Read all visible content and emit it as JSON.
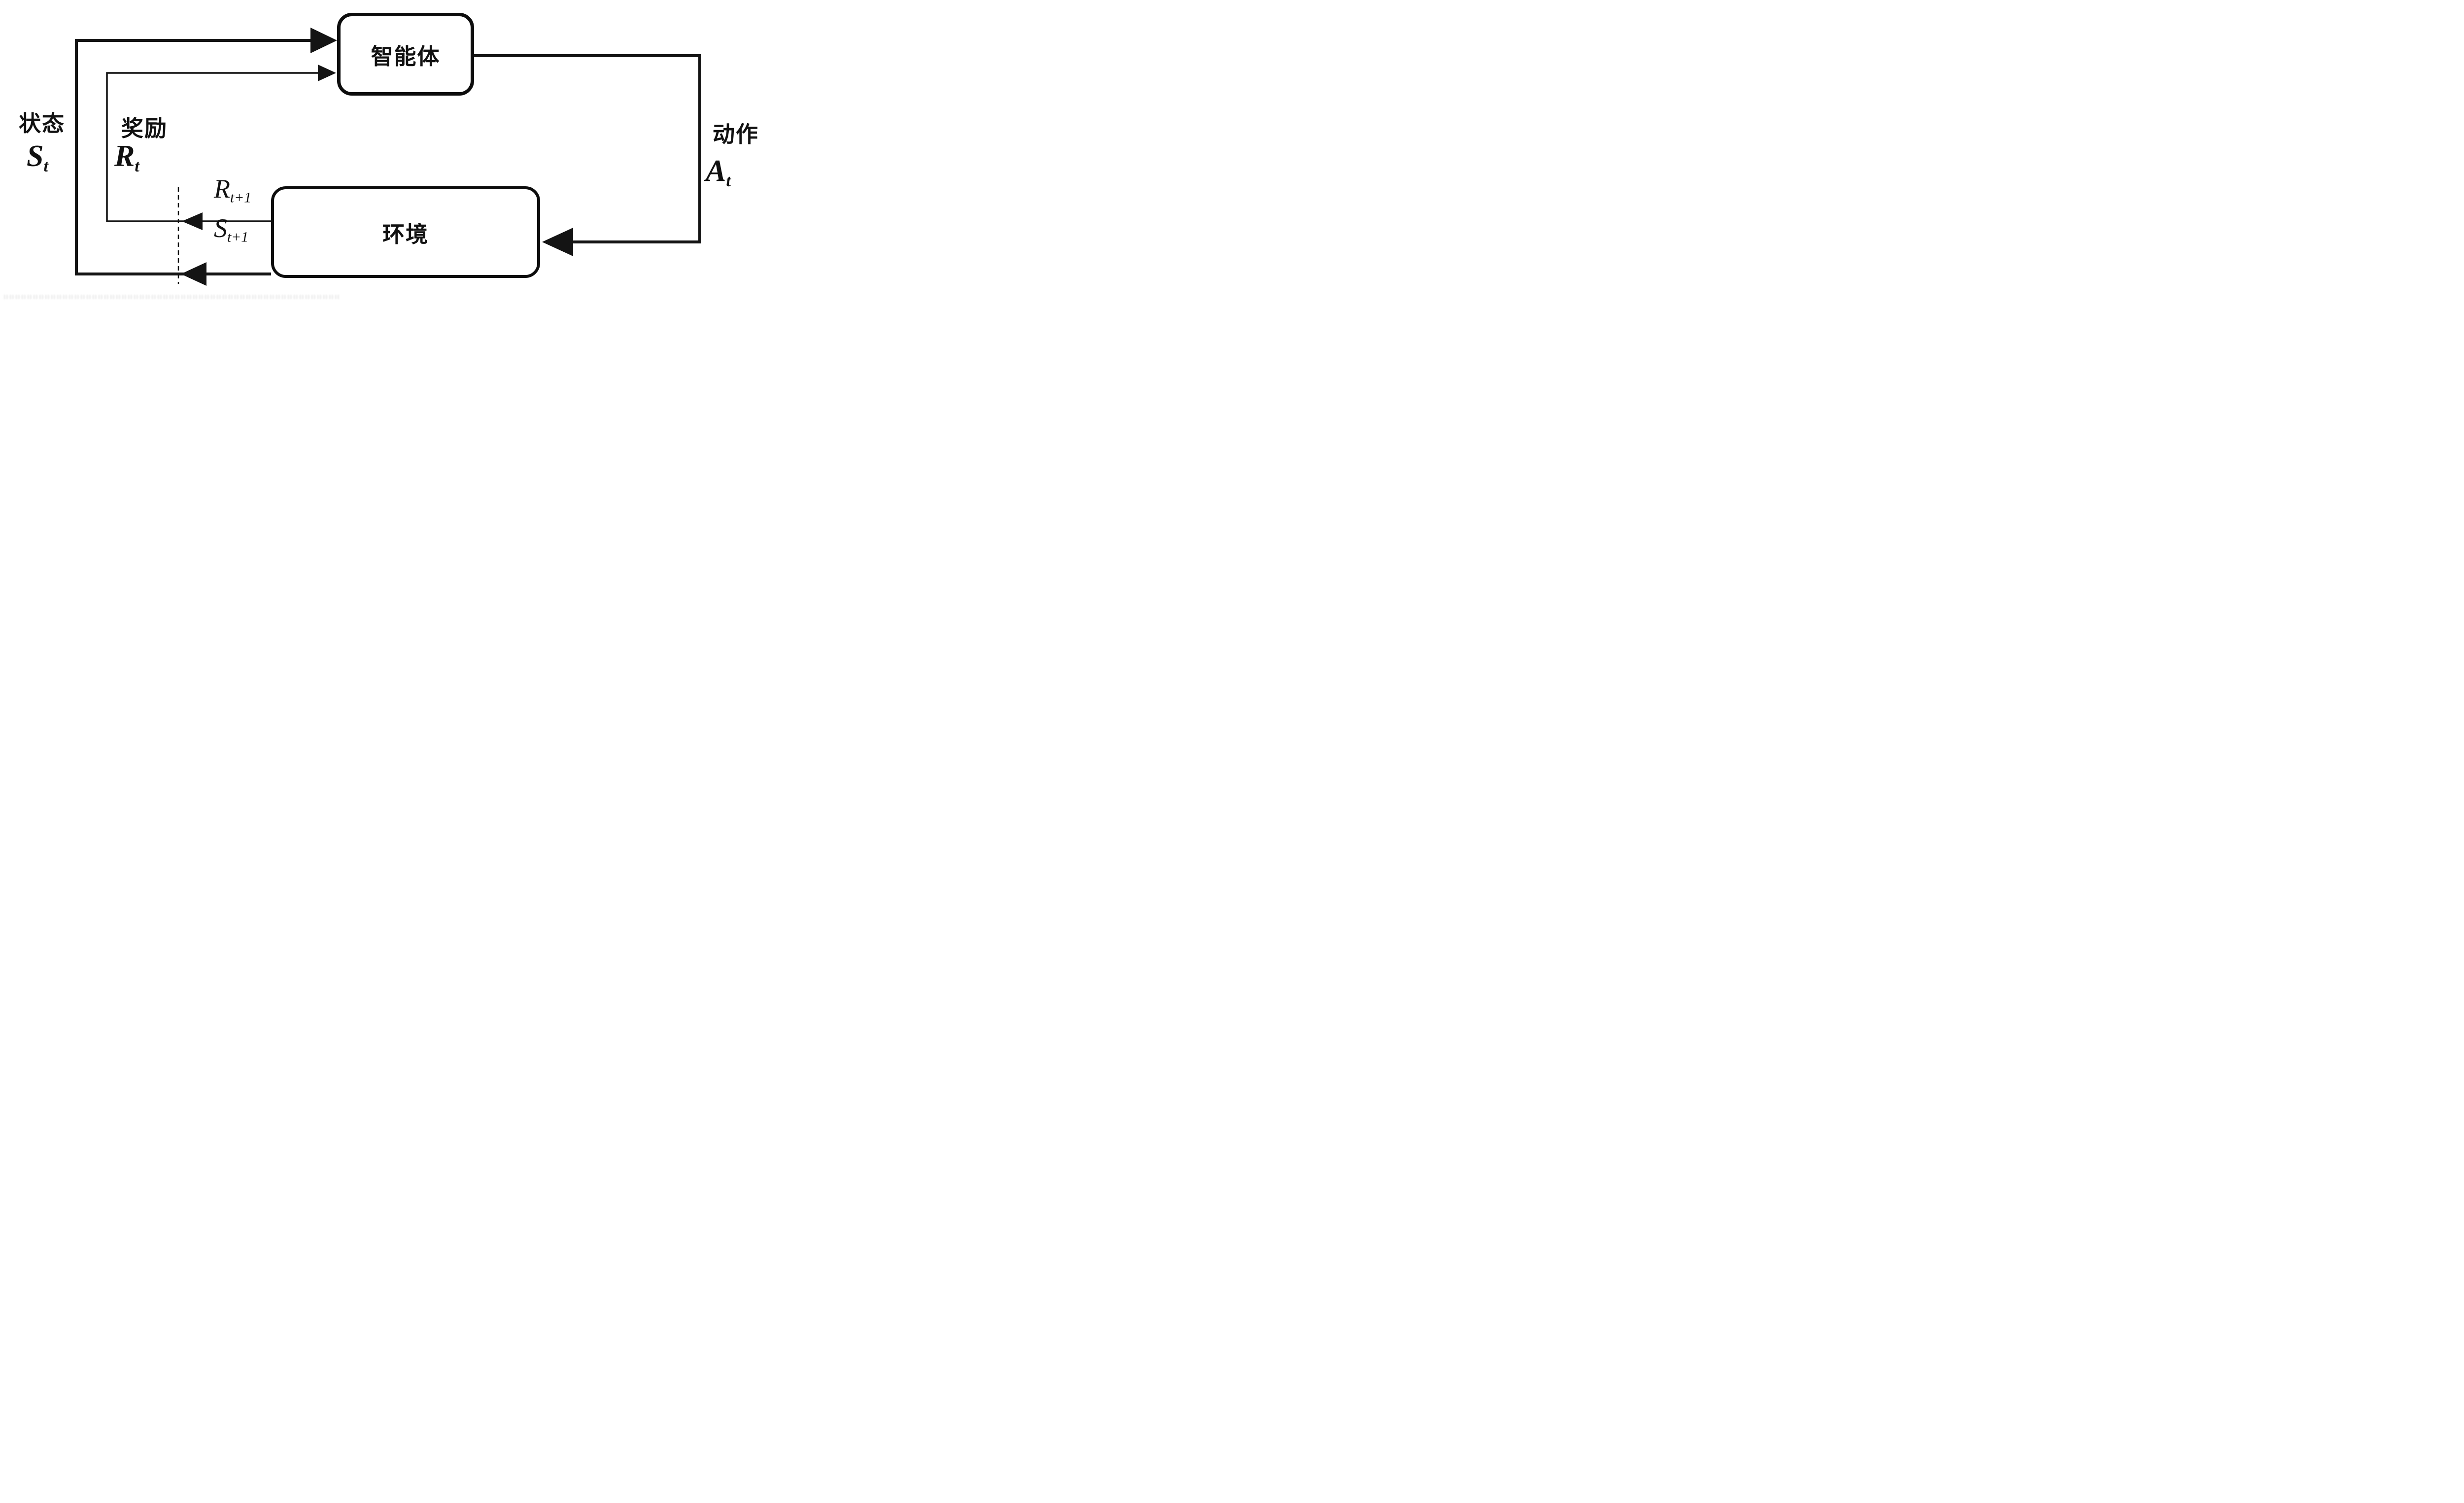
{
  "figure": {
    "agent_label": "智能体",
    "environment_label": "环境",
    "state": {
      "label": "状态",
      "symbol": "S",
      "subscript": "t"
    },
    "reward": {
      "label": "奖励",
      "symbol": "R",
      "subscript": "t"
    },
    "action": {
      "label": "动作",
      "symbol": "A",
      "subscript": "t"
    },
    "next_reward": {
      "symbol": "R",
      "subscript": "t+1"
    },
    "next_state": {
      "symbol": "S",
      "subscript": "t+1"
    },
    "colors": {
      "line": "#141414",
      "background": "#ffffff"
    }
  }
}
